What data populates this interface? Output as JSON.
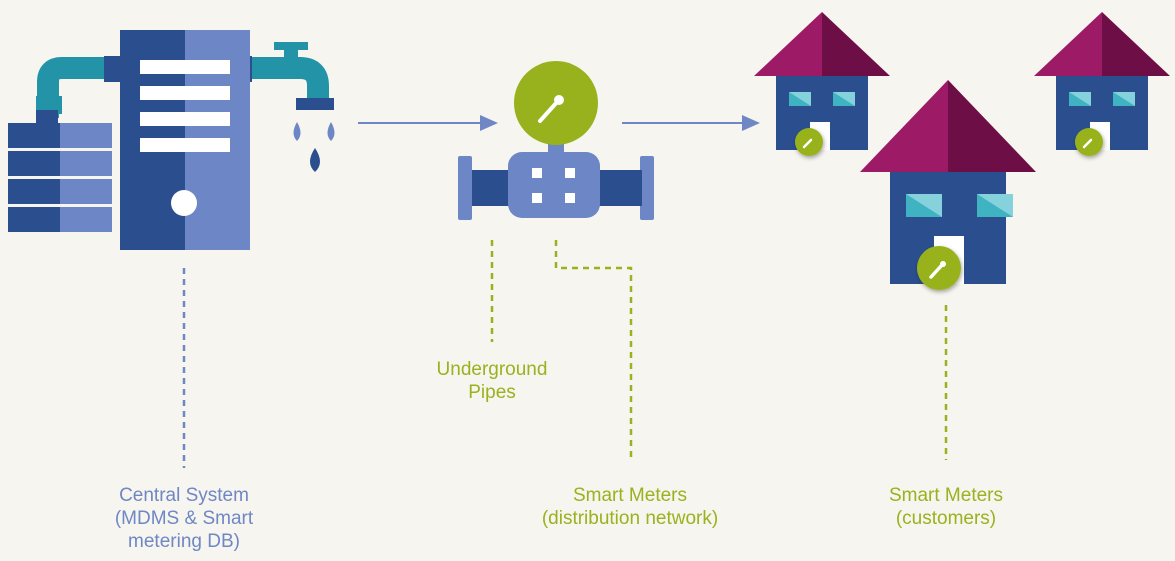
{
  "colors": {
    "background": "#f6f5ef",
    "server_dark": "#2b4f8e",
    "server_light": "#6d86c6",
    "pipe_teal": "#2394a8",
    "meter_green": "#98b21d",
    "roof_magenta": "#9c1a66",
    "roof_dark": "#6e0e46",
    "window_teal": "#3fb3c1",
    "arrow": "#6f87c4",
    "label_blue": "#6f87c4",
    "label_green": "#9ab21e"
  },
  "icons": {
    "central_system": "server-tap-icon",
    "meter": "pipe-meter-icon",
    "house": "house-with-meter-icon"
  },
  "labels": {
    "central_system": [
      "Central System",
      "(MDMS & Smart",
      "metering DB)"
    ],
    "underground_pipes": [
      "Underground",
      "Pipes"
    ],
    "distribution_meters": [
      "Smart Meters",
      "(distribution network)"
    ],
    "customer_meters": [
      "Smart Meters",
      "(customers)"
    ]
  }
}
